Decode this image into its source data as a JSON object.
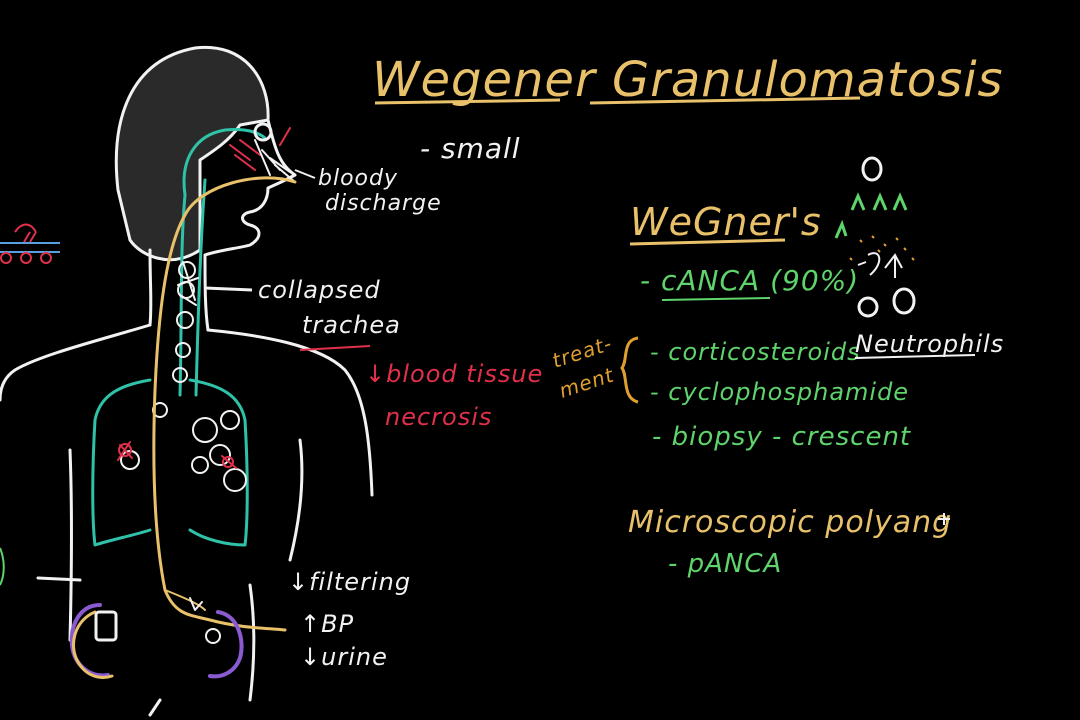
{
  "colors": {
    "background": "#000000",
    "white": "#f2f2f2",
    "yellow": "#e8c16a",
    "green": "#5fd36c",
    "red": "#e0304a",
    "orange": "#e0a030",
    "teal": "#2fc2a8",
    "purple": "#8a5ad0",
    "blue": "#5aa0e0"
  },
  "title": "Wegener Granulomatosis",
  "subtitle": "- small",
  "body_labels": {
    "bloody_line1": "bloody",
    "bloody_line2": "discharge",
    "collapsed": "collapsed",
    "trachea": "trachea",
    "blood_tissue": "↓blood tissue",
    "necrosis": "necrosis",
    "filtering": "↓filtering",
    "bp": "↑BP",
    "urine": "↓urine"
  },
  "notes": {
    "wegeners_heading": "WeGner's",
    "canca": "- cANCA (90%)",
    "treatment_line1": "treat-",
    "treatment_line2": "ment",
    "corticosteroids": "- corticosteroids",
    "cyclophosphamide": "- cyclophosphamide",
    "biopsy": "- biopsy - crescent",
    "neutrophils": "Neutrophils",
    "microscopic": "Microscopic polyang",
    "panca": "- pANCA"
  }
}
